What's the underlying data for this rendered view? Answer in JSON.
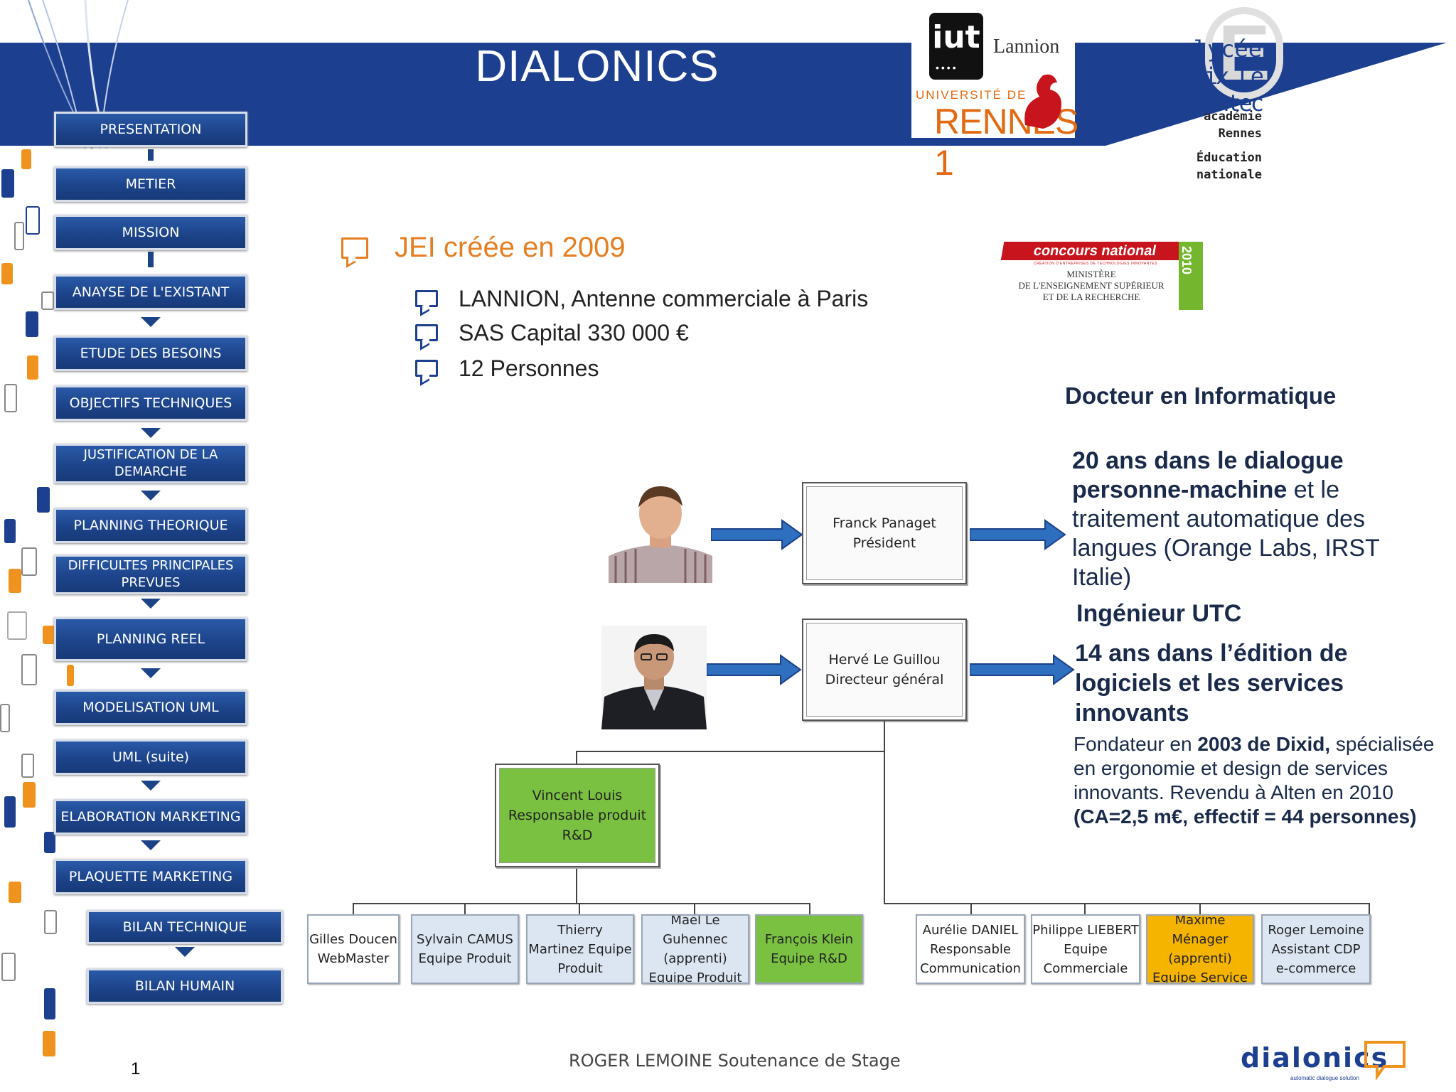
{
  "header": {
    "title": "DIALONICS",
    "iut_logo": {
      "brand": "iut",
      "dots": "••••",
      "city": "Lannion",
      "university": "UNIVERSITÉ DE",
      "university_name": "RENNES 1"
    },
    "lycee_logo": {
      "line1": "lycée",
      "line2": "Félix Le Dantec",
      "line3": "académie",
      "line4": "Rennes",
      "line5": "Éducation",
      "line6": "nationale"
    },
    "concours_logo": {
      "band": "concours national",
      "small": "CRÉATION D'ENTREPRISES DE TECHNOLOGIES INNOVANTES",
      "ministry1": "MINISTÈRE",
      "ministry2": "DE L'ENSEIGNEMENT SUPÉRIEUR",
      "ministry3": "ET DE LA RECHERCHE",
      "year": "2010"
    }
  },
  "nav": {
    "items": [
      "PRESENTATION",
      "METIER",
      "MISSION",
      "ANAYSE DE L'EXISTANT",
      "ETUDE DES BESOINS",
      "OBJECTIFS TECHNIQUES",
      "JUSTIFICATION DE LA DEMARCHE",
      "PLANNING THEORIQUE",
      "DIFFICULTES PRINCIPALES PREVUES",
      "PLANNING REEL",
      "MODELISATION UML",
      "UML (suite)",
      "ELABORATION MARKETING",
      "PLAQUETTE MARKETING",
      "BILAN TECHNIQUE",
      "BILAN HUMAIN"
    ]
  },
  "content": {
    "heading": "JEI créée en 2009",
    "bullets": [
      "LANNION, Antenne commerciale à Paris",
      "SAS Capital 330 000 €",
      "12 Personnes"
    ]
  },
  "bio": {
    "president_title": "Docteur en Informatique",
    "president_desc_bold": "20 ans dans le dialogue personne-machine",
    "president_desc_rest": " et le traitement automatique des langues (Orange Labs, IRST Italie)",
    "dg_title": "Ingénieur UTC",
    "dg_desc": "14 ans dans l’édition de logiciels et les services innovants",
    "dg_founder_pre": "Fondateur en ",
    "dg_founder_bold1": "2003 de Dixid,",
    "dg_founder_mid": " spécialisée en ergonomie et design de services innovants. Revendu à Alten en 2010 ",
    "dg_founder_bold2": "(CA=2,5 m€, effectif = 44 personnes)"
  },
  "org": {
    "president": {
      "name": "Franck Panaget",
      "role": "Président"
    },
    "dg": {
      "name": "Hervé Le Guillou",
      "role": "Directeur général"
    },
    "rd": {
      "name": "Vincent Louis",
      "role": "Responsable produit R&D"
    },
    "staff": [
      {
        "l1": "Gilles Doucen",
        "l2": "WebMaster",
        "l3": "",
        "l4": "",
        "color": "#ffffff"
      },
      {
        "l1": "Sylvain CAMUS",
        "l2": "Equipe Produit",
        "l3": "",
        "l4": "",
        "color": "#dce6f2"
      },
      {
        "l1": "Thierry",
        "l2": "Martinez Equipe",
        "l3": "Produit",
        "l4": "",
        "color": "#dce6f2"
      },
      {
        "l1": "Maël Le",
        "l2": "Guhennec",
        "l3": "(apprenti)",
        "l4": "Equipe Produit",
        "color": "#dce6f2"
      },
      {
        "l1": "François Klein",
        "l2": "Equipe R&D",
        "l3": "",
        "l4": "",
        "color": "#7ac142"
      },
      {
        "l1": "Aurélie DANIEL",
        "l2": "Responsable",
        "l3": "Communication",
        "l4": "",
        "color": "#ffffff"
      },
      {
        "l1": "Philippe LIEBERT",
        "l2": "Equipe",
        "l3": "Commerciale",
        "l4": "",
        "color": "#ffffff"
      },
      {
        "l1": "Maxime",
        "l2": "Ménager",
        "l3": "(apprenti)",
        "l4": "Equipe Service",
        "color": "#f5b400"
      },
      {
        "l1": "Roger Lemoine",
        "l2": "Assistant CDP",
        "l3": "e-commerce",
        "l4": "",
        "color": "#dce6f2"
      }
    ]
  },
  "footer": {
    "page": "1",
    "text": "ROGER LEMOINE Soutenance de Stage",
    "logo": "dialonics",
    "logo_tag": "automatic dialogue solution"
  },
  "colors": {
    "banner": "#1c3f8f",
    "accent": "#e67e22",
    "rd_green": "#7ac142",
    "orange_box": "#f5b400"
  }
}
